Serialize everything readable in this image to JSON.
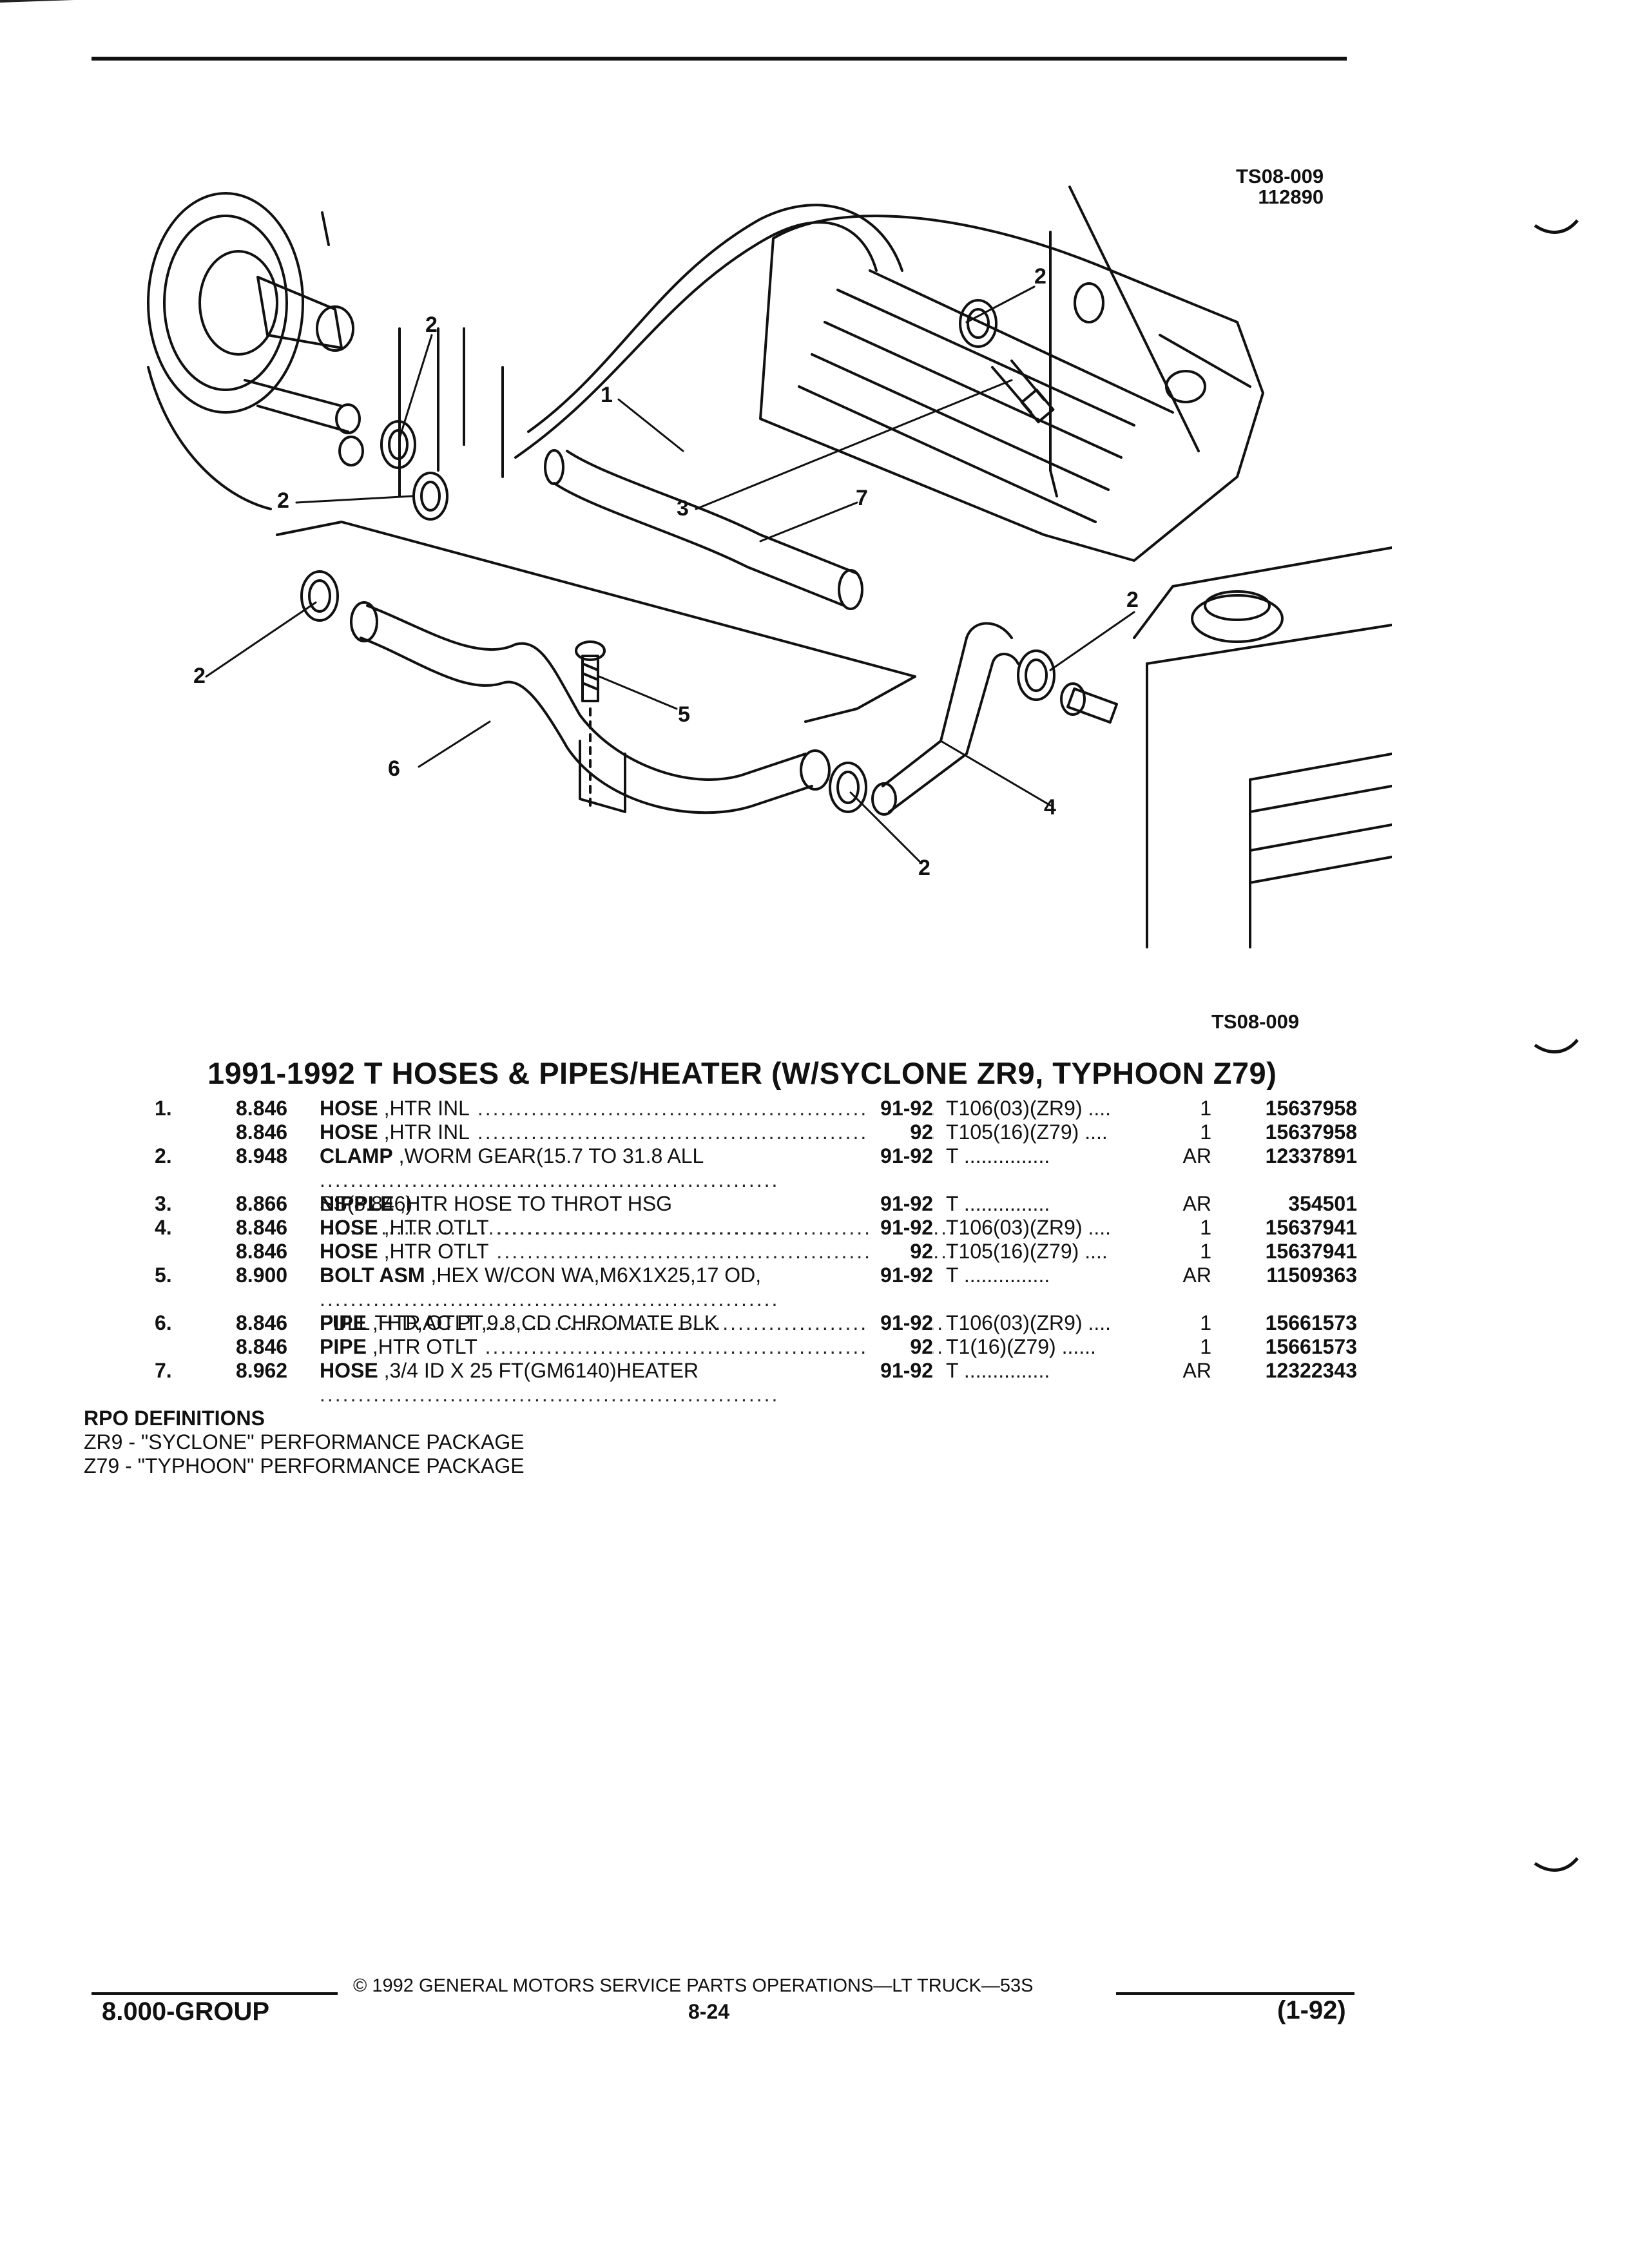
{
  "figure": {
    "ref_top": "TS08-009",
    "date_code": "112890",
    "ref_bottom": "TS08-009",
    "callouts": [
      "1",
      "2",
      "2",
      "2",
      "2",
      "2",
      "2",
      "3",
      "4",
      "5",
      "6",
      "7"
    ]
  },
  "section_title": "1991-1992 T HOSES & PIPES/HEATER (W/SYCLONE ZR9, TYPHOON Z79)",
  "parts": [
    {
      "idx": "1.",
      "group": "8.846",
      "name": "HOSE",
      "desc": " ,HTR INL",
      "desc2": "",
      "years": "91-92",
      "app": "T106(03)(ZR9) ....",
      "qty": "1",
      "part_no": "15637958"
    },
    {
      "idx": "",
      "group": "8.846",
      "name": "HOSE",
      "desc": " ,HTR INL",
      "desc2": "",
      "years": "92",
      "app": "T105(16)(Z79) ....",
      "qty": "1",
      "part_no": "15637958"
    },
    {
      "idx": "2.",
      "group": "8.948",
      "name": "CLAMP",
      "desc": " ,WORM GEAR(15.7 TO 31.8 ALL",
      "desc2": "SS(8.846)",
      "years": "91-92",
      "app": "T ...............",
      "qty": "AR",
      "part_no": "12337891"
    },
    {
      "idx": "3.",
      "group": "8.866",
      "name": "NIPPLE",
      "desc": " ,HTR HOSE TO THROT HSG",
      "desc2": "",
      "years": "91-92",
      "app": "T ...............",
      "qty": "AR",
      "part_no": "354501"
    },
    {
      "idx": "4.",
      "group": "8.846",
      "name": "HOSE",
      "desc": " ,HTR OTLT",
      "desc2": "",
      "years": "91-92",
      "app": "T106(03)(ZR9) ....",
      "qty": "1",
      "part_no": "15637941"
    },
    {
      "idx": "",
      "group": "8.846",
      "name": "HOSE",
      "desc": " ,HTR OTLT",
      "desc2": "",
      "years": "92",
      "app": "T105(16)(Z79) ....",
      "qty": "1",
      "part_no": "15637941"
    },
    {
      "idx": "5.",
      "group": "8.900",
      "name": "BOLT ASM",
      "desc": " ,HEX W/CON WA,M6X1X25,17 OD,",
      "desc2": "FULL THD,AC PT,9.8,CD CHROMATE BLK",
      "years": "91-92",
      "app": "T ...............",
      "qty": "AR",
      "part_no": "11509363"
    },
    {
      "idx": "6.",
      "group": "8.846",
      "name": "PIPE",
      "desc": " ,HTR OTLT",
      "desc2": "",
      "years": "91-92",
      "app": "T106(03)(ZR9) ....",
      "qty": "1",
      "part_no": "15661573"
    },
    {
      "idx": "",
      "group": "8.846",
      "name": "PIPE",
      "desc": " ,HTR OTLT",
      "desc2": "",
      "years": "92",
      "app": "T1(16)(Z79) ......",
      "qty": "1",
      "part_no": "15661573"
    },
    {
      "idx": "7.",
      "group": "8.962",
      "name": "HOSE",
      "desc": " ,3/4 ID X 25 FT(GM6140)HEATER",
      "desc2": "",
      "years": "91-92",
      "app": "T ...............",
      "qty": "AR",
      "part_no": "12322343"
    }
  ],
  "rpo": {
    "heading": "RPO DEFINITIONS",
    "lines": [
      "ZR9 - \"SYCLONE\" PERFORMANCE PACKAGE",
      "Z79 - \"TYPHOON\" PERFORMANCE PACKAGE"
    ]
  },
  "footer": {
    "copyright": "© 1992 GENERAL MOTORS SERVICE PARTS OPERATIONS—LT TRUCK—53S",
    "group": "8.000-GROUP",
    "page": "8-24",
    "revision": "(1-92)"
  }
}
